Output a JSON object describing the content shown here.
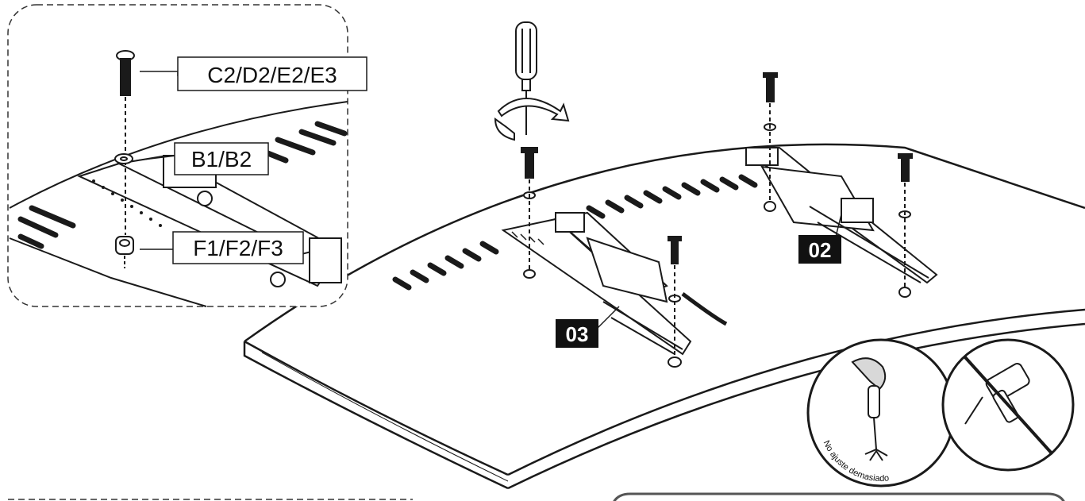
{
  "callouts": {
    "screw": "C2/D2/E2/E3",
    "washer": "B1/B2",
    "spacer": "F1/F2/F3"
  },
  "tags": {
    "right_bracket": "02",
    "left_bracket": "03"
  },
  "warning": {
    "text": "No ajuste demasiado"
  },
  "colors": {
    "line": "#1a1a1a",
    "tag_bg": "#111111",
    "tag_text": "#ffffff"
  }
}
